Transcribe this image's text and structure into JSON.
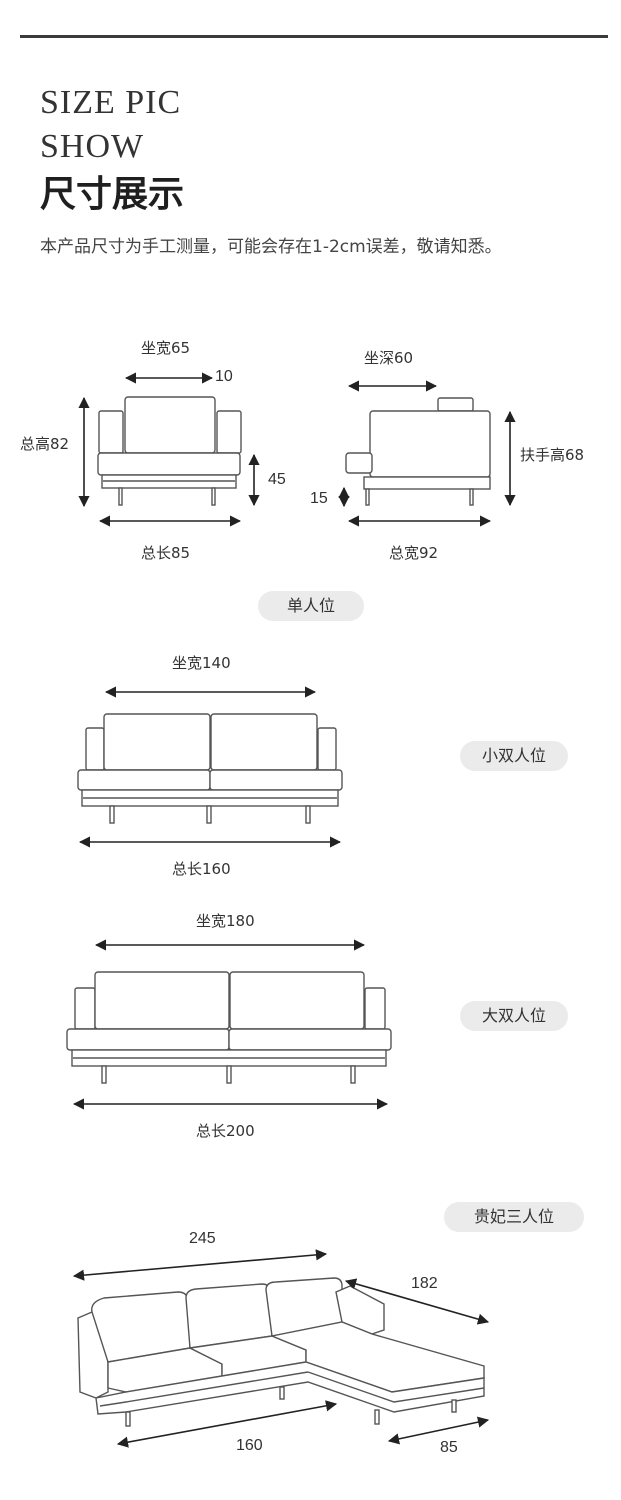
{
  "header": {
    "title_en_line1": "SIZE PIC",
    "title_en_line2": "SHOW",
    "title_cn": "尺寸展示",
    "note": "本产品尺寸为手工测量，可能会存在1-2cm误差，敬请知悉。"
  },
  "single": {
    "front": {
      "seat_width": "坐宽65",
      "arm_width": "10",
      "total_height": "总高82",
      "seat_height": "45",
      "total_length": "总长85"
    },
    "side": {
      "seat_depth": "坐深60",
      "arm_height": "扶手高68",
      "leg_height": "15",
      "total_width": "总宽92"
    },
    "tag": "单人位"
  },
  "small_double": {
    "seat_width": "坐宽140",
    "total_length": "总长160",
    "tag": "小双人位"
  },
  "large_double": {
    "seat_width": "坐宽180",
    "total_length": "总长200",
    "tag": "大双人位"
  },
  "chaise": {
    "tag": "贵妃三人位",
    "back_length": "245",
    "chaise_length": "182",
    "front_length": "160",
    "chaise_width": "85"
  }
}
